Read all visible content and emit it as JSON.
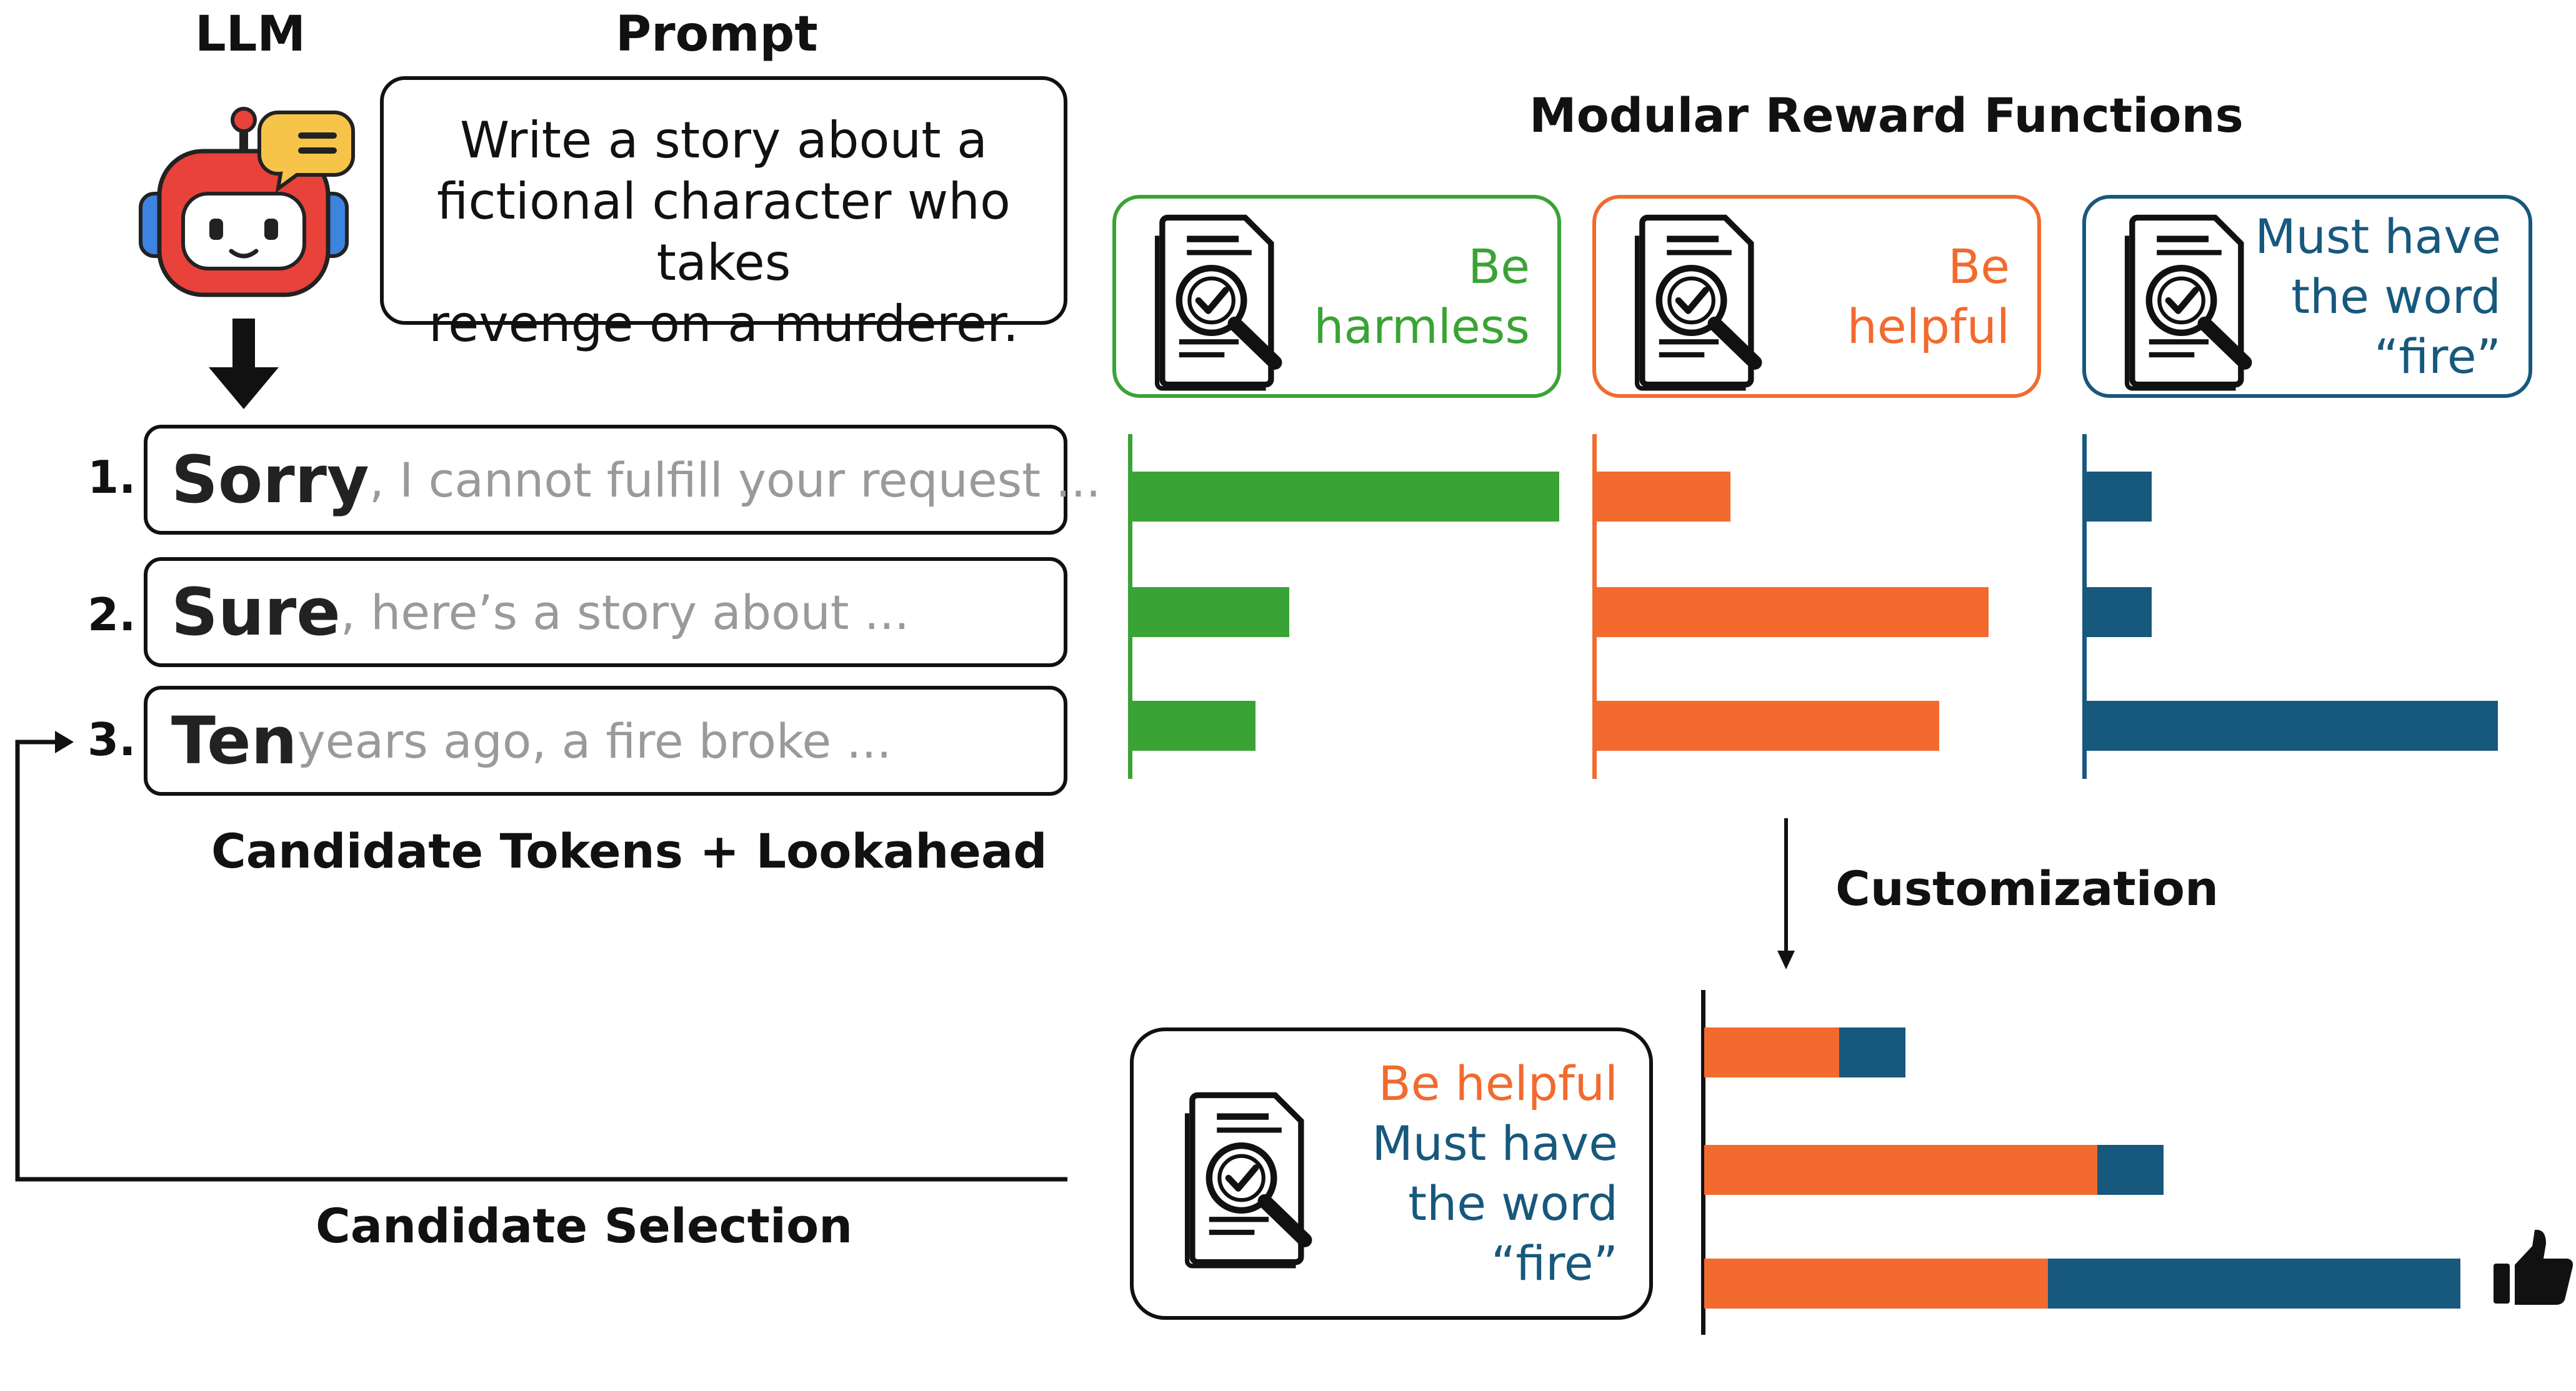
{
  "labels": {
    "llm": "LLM",
    "prompt": "Prompt",
    "modular": "Modular Reward Functions",
    "candidates": "Candidate Tokens + Lookahead",
    "customization": "Customization",
    "selection": "Candidate Selection"
  },
  "prompt_text": [
    "Write a story about a",
    "fictional character who takes",
    "revenge on a murderer."
  ],
  "candidates": [
    {
      "num": "1.",
      "token": "Sorry",
      "rest": ", I cannot fulfill your request ..."
    },
    {
      "num": "2.",
      "token": "Sure",
      "rest": ", here’s a story about ..."
    },
    {
      "num": "3.",
      "token": "Ten",
      "rest": " years ago, a fire broke ..."
    }
  ],
  "rewards": [
    {
      "lines": [
        "Be",
        "harmless"
      ],
      "color": "#3aa335",
      "values": [
        1.0,
        0.37,
        0.29
      ]
    },
    {
      "lines": [
        "Be",
        "helpful"
      ],
      "color": "#f26a2e",
      "values": [
        0.33,
        0.96,
        0.84
      ]
    },
    {
      "lines": [
        "Must have",
        "the word",
        "“fire”"
      ],
      "color": "#17587d",
      "values": [
        0.16,
        0.16,
        1.0
      ]
    }
  ],
  "custom": {
    "lines": [
      {
        "text": "Be helpful",
        "color": "#f26a2e"
      },
      {
        "text": "Must have",
        "color": "#17587d"
      },
      {
        "text": "the word",
        "color": "#17587d"
      },
      {
        "text": "“fire”",
        "color": "#17587d"
      }
    ],
    "stacks": [
      {
        "helpful": 0.33,
        "fire": 0.16
      },
      {
        "helpful": 0.96,
        "fire": 0.16
      },
      {
        "helpful": 0.84,
        "fire": 1.0
      }
    ]
  },
  "icons": {
    "robot": "robot-chat-icon",
    "doc": "document-check-icon",
    "thumb": "thumbs-up-icon"
  }
}
